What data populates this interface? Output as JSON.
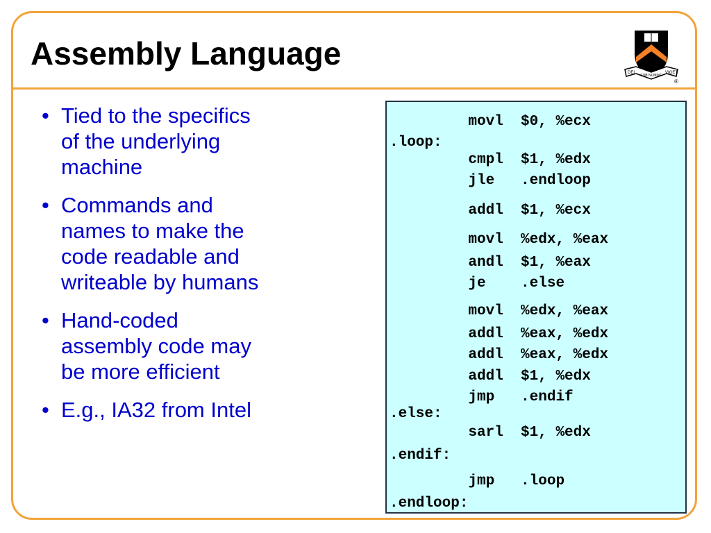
{
  "slide": {
    "title": "Assembly Language",
    "bullet_symbol": "•",
    "bullets": [
      [
        "Tied to the specifics",
        "of the underlying",
        "machine"
      ],
      [
        "Commands and",
        "names to make the",
        "code readable and",
        "writeable by humans"
      ],
      [
        "Hand-coded",
        "assembly code may",
        "be more efficient"
      ],
      [
        "E.g., IA32 from Intel"
      ]
    ]
  },
  "logo": {
    "icon": "princeton-shield-icon",
    "motto_left": "DEI",
    "motto_center": "SUB NUMINE",
    "motto_right": "VIGET",
    "registered": "®"
  },
  "code": {
    "lines": [
      "         movl  $0, %ecx",
      ".loop:",
      "         cmpl  $1, %edx",
      "         jle   .endloop",
      "         addl  $1, %ecx",
      "         movl  %edx, %eax",
      "         andl  $1, %eax",
      "         je    .else",
      "         movl  %edx, %eax",
      "         addl  %eax, %edx",
      "         addl  %eax, %edx",
      "         addl  $1, %edx",
      "         jmp   .endif",
      ".else:",
      "         sarl  $1, %edx",
      ".endif:",
      "         jmp   .loop",
      ".endloop:"
    ]
  },
  "colors": {
    "frame": "#f2a33a",
    "bullet_text": "#0000cc",
    "code_background": "#ccffff",
    "shield_black": "#000000",
    "chevron_orange": "#f58025"
  }
}
